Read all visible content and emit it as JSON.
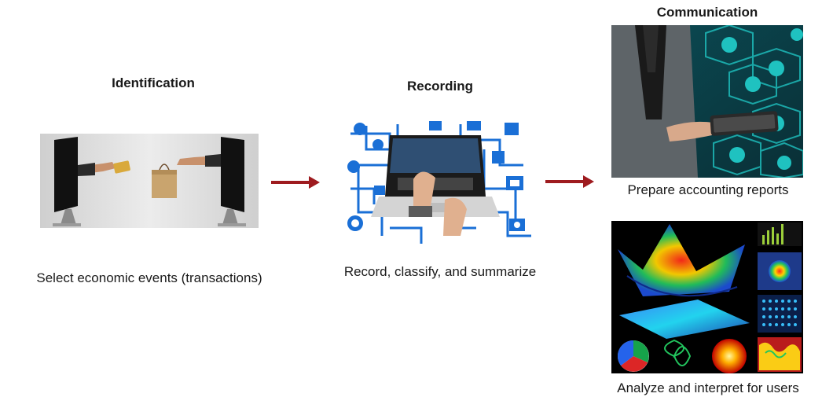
{
  "steps": {
    "identification": {
      "title": "Identification",
      "caption": "Select economic events (transactions)"
    },
    "recording": {
      "title": "Recording",
      "caption": "Record, classify, and summarize"
    },
    "communication": {
      "title": "Communication",
      "caption_reports": "Prepare accounting reports",
      "caption_analyze": "Analyze and interpret for users"
    }
  },
  "colors": {
    "arrow": "#9e1b1f",
    "network_blue": "#1a6fd6",
    "teal_network": "#1aa7a5"
  },
  "icons": [
    "card-handover-illustration",
    "laptop-network-illustration",
    "tablet-network-illustration",
    "data-visualization-collage"
  ]
}
